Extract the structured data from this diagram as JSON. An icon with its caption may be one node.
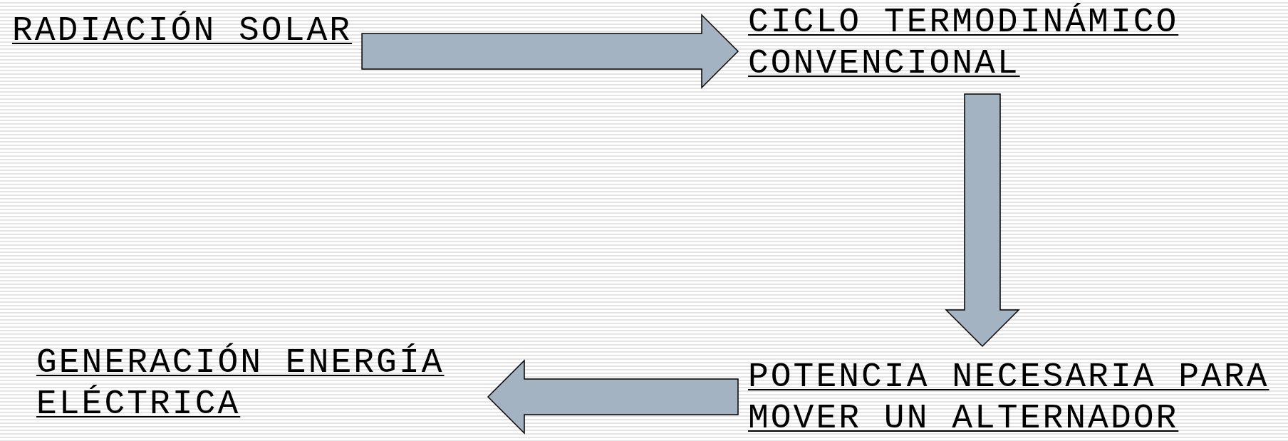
{
  "diagram": {
    "nodes": [
      {
        "text": [
          "RADIACIÓN SOLAR"
        ]
      },
      {
        "text": [
          "CICLO TERMODINÁMICO CONVENCIONAL"
        ]
      },
      {
        "text": [
          "GENERACIÓN ENERGÍA ELÉCTRICA"
        ]
      },
      {
        "text": [
          "POTENCIA NECESARIA PARA MOVER UN ALTERNADOR"
        ]
      }
    ],
    "edges": [
      {
        "from": 0,
        "to": 1,
        "arrow": "to"
      },
      {
        "from": 1,
        "to": 3,
        "arrow": "to"
      },
      {
        "from": 3,
        "to": 2,
        "arrow": "to"
      }
    ]
  }
}
